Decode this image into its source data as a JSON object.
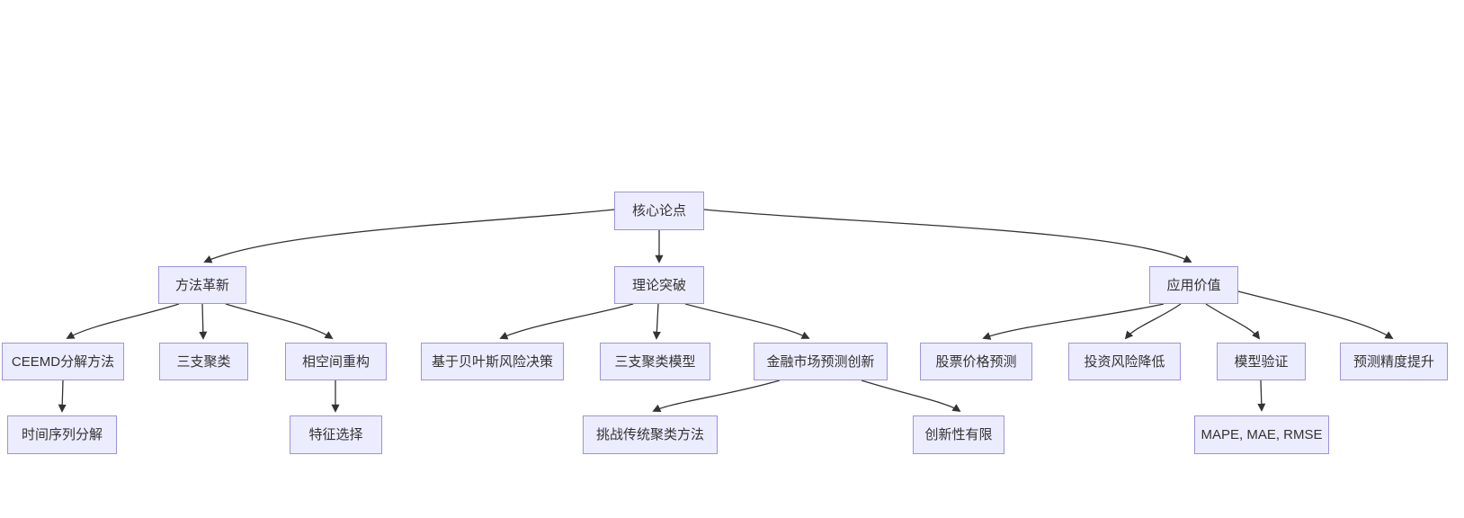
{
  "diagram": {
    "type": "flowchart",
    "direction": "top-down",
    "colors": {
      "background": "#ffffff",
      "node_fill": "#ECECFF",
      "node_border": "#9f93d8",
      "node_text": "#333333",
      "edge_color": "#333333"
    },
    "nodes": [
      {
        "id": "core-thesis",
        "label": "核心论点",
        "level": 0
      },
      {
        "id": "method-innovation",
        "label": "方法革新",
        "level": 1
      },
      {
        "id": "theory-breakthrough",
        "label": "理论突破",
        "level": 1
      },
      {
        "id": "application-value",
        "label": "应用价值",
        "level": 1
      },
      {
        "id": "ceemd-decomposition",
        "label": "CEEMD分解方法",
        "level": 2
      },
      {
        "id": "three-way-clustering",
        "label": "三支聚类",
        "level": 2
      },
      {
        "id": "phase-space-reconstruction",
        "label": "相空间重构",
        "level": 2
      },
      {
        "id": "bayesian-risk-decision",
        "label": "基于贝叶斯风险决策",
        "level": 2
      },
      {
        "id": "three-way-clustering-model",
        "label": "三支聚类模型",
        "level": 2
      },
      {
        "id": "financial-forecast-innovation",
        "label": "金融市场预测创新",
        "level": 2
      },
      {
        "id": "stock-price-prediction",
        "label": "股票价格预测",
        "level": 2
      },
      {
        "id": "investment-risk-reduction",
        "label": "投资风险降低",
        "level": 2
      },
      {
        "id": "model-validation",
        "label": "模型验证",
        "level": 2
      },
      {
        "id": "forecast-accuracy-improvement",
        "label": "预测精度提升",
        "level": 2
      },
      {
        "id": "time-series-decomposition",
        "label": "时间序列分解",
        "level": 3
      },
      {
        "id": "feature-selection",
        "label": "特征选择",
        "level": 3
      },
      {
        "id": "challenge-traditional-clustering",
        "label": "挑战传统聚类方法",
        "level": 3
      },
      {
        "id": "limited-novelty",
        "label": "创新性有限",
        "level": 3
      },
      {
        "id": "evaluation-metrics",
        "label": "MAPE, MAE, RMSE",
        "level": 3
      }
    ],
    "edges": [
      {
        "from": "core-thesis",
        "to": "method-innovation"
      },
      {
        "from": "core-thesis",
        "to": "theory-breakthrough"
      },
      {
        "from": "core-thesis",
        "to": "application-value"
      },
      {
        "from": "method-innovation",
        "to": "ceemd-decomposition"
      },
      {
        "from": "method-innovation",
        "to": "three-way-clustering"
      },
      {
        "from": "method-innovation",
        "to": "phase-space-reconstruction"
      },
      {
        "from": "theory-breakthrough",
        "to": "bayesian-risk-decision"
      },
      {
        "from": "theory-breakthrough",
        "to": "three-way-clustering-model"
      },
      {
        "from": "theory-breakthrough",
        "to": "financial-forecast-innovation"
      },
      {
        "from": "application-value",
        "to": "stock-price-prediction"
      },
      {
        "from": "application-value",
        "to": "investment-risk-reduction"
      },
      {
        "from": "application-value",
        "to": "model-validation"
      },
      {
        "from": "application-value",
        "to": "forecast-accuracy-improvement"
      },
      {
        "from": "ceemd-decomposition",
        "to": "time-series-decomposition"
      },
      {
        "from": "phase-space-reconstruction",
        "to": "feature-selection"
      },
      {
        "from": "financial-forecast-innovation",
        "to": "challenge-traditional-clustering"
      },
      {
        "from": "financial-forecast-innovation",
        "to": "limited-novelty"
      },
      {
        "from": "model-validation",
        "to": "evaluation-metrics"
      }
    ]
  }
}
